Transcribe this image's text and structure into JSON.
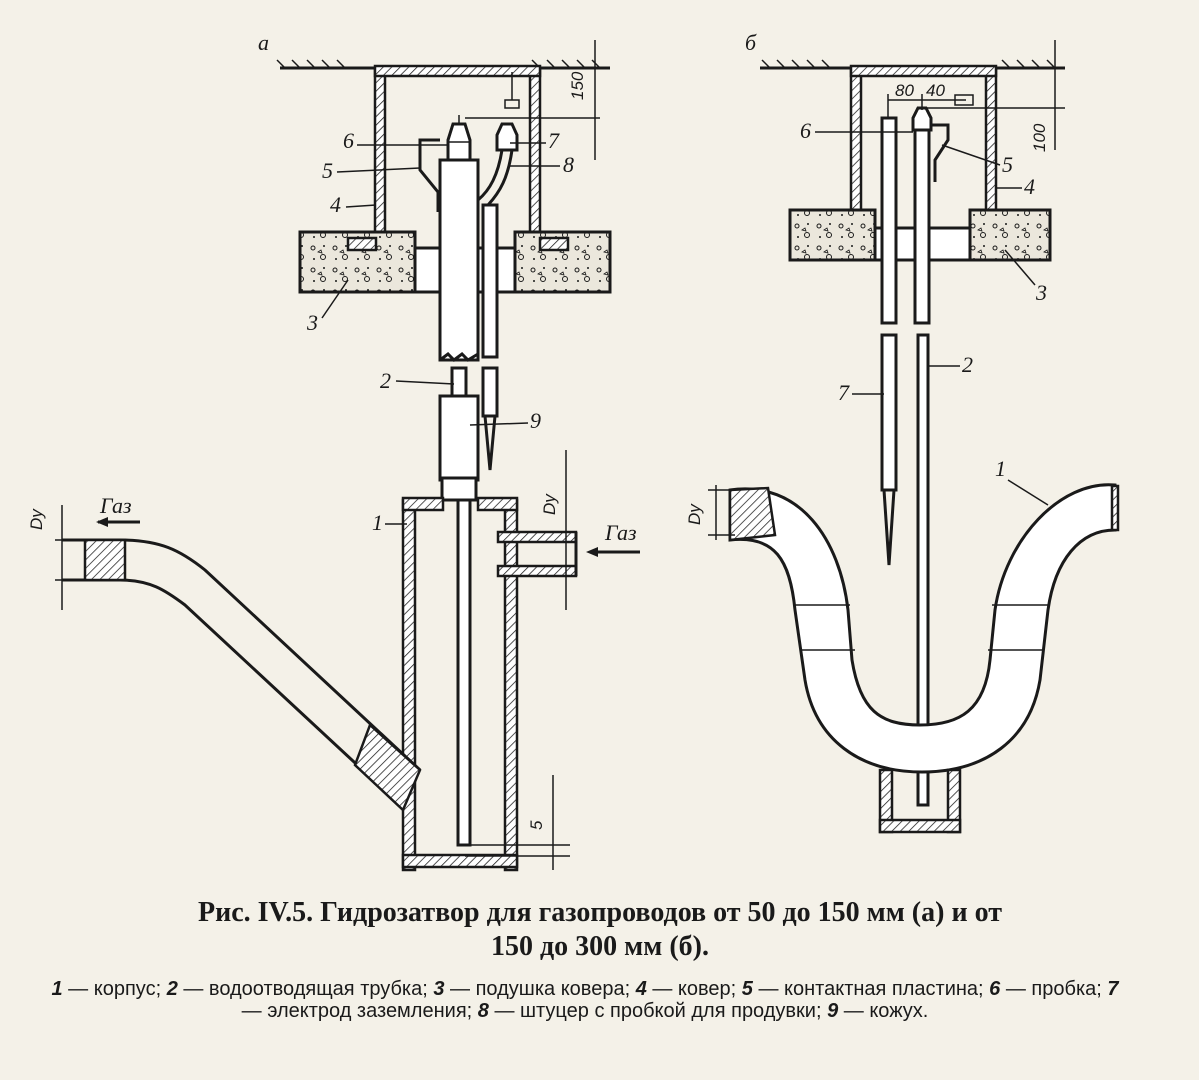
{
  "figure": {
    "variant_a_label": "а",
    "variant_b_label": "б",
    "part_labels": {
      "n1": "1",
      "n2": "2",
      "n3": "3",
      "n4": "4",
      "n5": "5",
      "n6": "6",
      "n7": "7",
      "n8": "8",
      "n9": "9"
    },
    "dimensions": {
      "d150": "150",
      "d100": "100",
      "d80": "80",
      "d40": "40",
      "d5": "5",
      "dy": "Dy"
    },
    "gas_label": "Газ"
  },
  "caption": {
    "line1": "Рис. IV.5. Гидрозатвор для газопроводов от 50 до 150 мм (а) и от",
    "line2": "150 до 300 мм (б)."
  },
  "legend": [
    {
      "num": "1",
      "text": "корпус;"
    },
    {
      "num": "2",
      "text": "водоотводящая трубка;"
    },
    {
      "num": "3",
      "text": "подушка ковера;"
    },
    {
      "num": "4",
      "text": "ковер;"
    },
    {
      "num": "5",
      "text": "контактная пластина;"
    },
    {
      "num": "6",
      "text": "пробка;"
    },
    {
      "num": "7",
      "text": "электрод заземления;"
    },
    {
      "num": "8",
      "text": "штуцер с пробкой для продувки;"
    },
    {
      "num": "9",
      "text": "кожух."
    }
  ]
}
